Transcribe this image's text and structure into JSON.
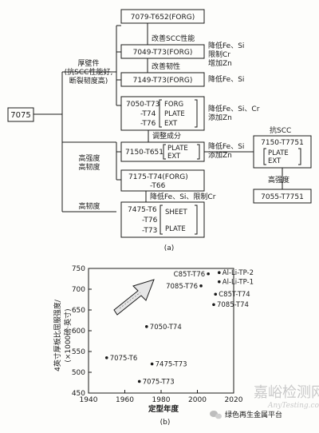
{
  "diagram": {
    "root": "7075",
    "branch_labels": {
      "thick": [
        "厚壁件",
        "(抗SCC性能好,",
        "断裂韧度高)"
      ],
      "high_strength": [
        "高强度",
        "高韧度"
      ],
      "high_toughness": "高韧度"
    },
    "boxes": {
      "b1": "7079-T652(FORG)",
      "b2": "7049-T73(FORG)",
      "b3": "7149-T73(FORG)",
      "b4": [
        "7050-T73",
        "-T74",
        "-T76"
      ],
      "b4_forms": [
        "FORG",
        "PLATE",
        "EXT"
      ],
      "b5": "7150-T651",
      "b5_forms": [
        "PLATE",
        "EXT"
      ],
      "b6": [
        "7175-T74(FORG)",
        "-T66"
      ],
      "b7": [
        "7475-T6",
        "-T76",
        "-T73"
      ],
      "b7_forms": [
        "SHEET",
        "PLATE"
      ],
      "b8": "7150-T7751",
      "b8_forms": [
        "PLATE",
        "EXT"
      ],
      "b9": "7055-T7751"
    },
    "connector_labels": {
      "c1": "改善SCC性能",
      "c2": "改善韧性",
      "c3": "调整成分",
      "c4": "降低Fe、Si、限制Cr"
    },
    "side_notes": {
      "n2": [
        "降低Fe、Si",
        "限制Cr",
        "增加Zn"
      ],
      "n3": "降低Fe、Si",
      "n4": [
        "降低Fe、Si、Cr",
        "添加Zn"
      ],
      "n5": [
        "降低Fe、Si",
        "添加Zn"
      ],
      "n8_top": "抗SCC",
      "n8_bottom": "高强度"
    },
    "caption": "(a)"
  },
  "chart_data": {
    "type": "scatter",
    "ylabel": [
      "4英寸厚板比屈服强度/",
      "(×1000磅·英寸)"
    ],
    "xlabel": "定型年度",
    "xlim": [
      1940,
      2020
    ],
    "ylim": [
      450,
      750
    ],
    "xticks": [
      1940,
      1960,
      1980,
      2000,
      2020
    ],
    "yticks": [
      450,
      500,
      550,
      600,
      650,
      700,
      750
    ],
    "points": [
      {
        "label": "7075-T6",
        "x": 1950,
        "y": 535
      },
      {
        "label": "7075-T73",
        "x": 1968,
        "y": 478
      },
      {
        "label": "7475-T73",
        "x": 1975,
        "y": 520
      },
      {
        "label": "7050-T74",
        "x": 1972,
        "y": 610
      },
      {
        "label": "7085-T76",
        "x": 2002,
        "y": 708
      },
      {
        "label": "C85T-T76",
        "x": 2006,
        "y": 737
      },
      {
        "label": "Al-Li-TP-2",
        "x": 2012,
        "y": 740
      },
      {
        "label": "Al-Li-TP-1",
        "x": 2012,
        "y": 718
      },
      {
        "label": "C85T-T74",
        "x": 2010,
        "y": 688
      },
      {
        "label": "7085-T74",
        "x": 2009,
        "y": 663
      }
    ],
    "caption": "(b)"
  },
  "watermark": {
    "site": "嘉峪检测网",
    "url": "AnyTesting.com",
    "wechat": "绿色再生金属平台"
  }
}
